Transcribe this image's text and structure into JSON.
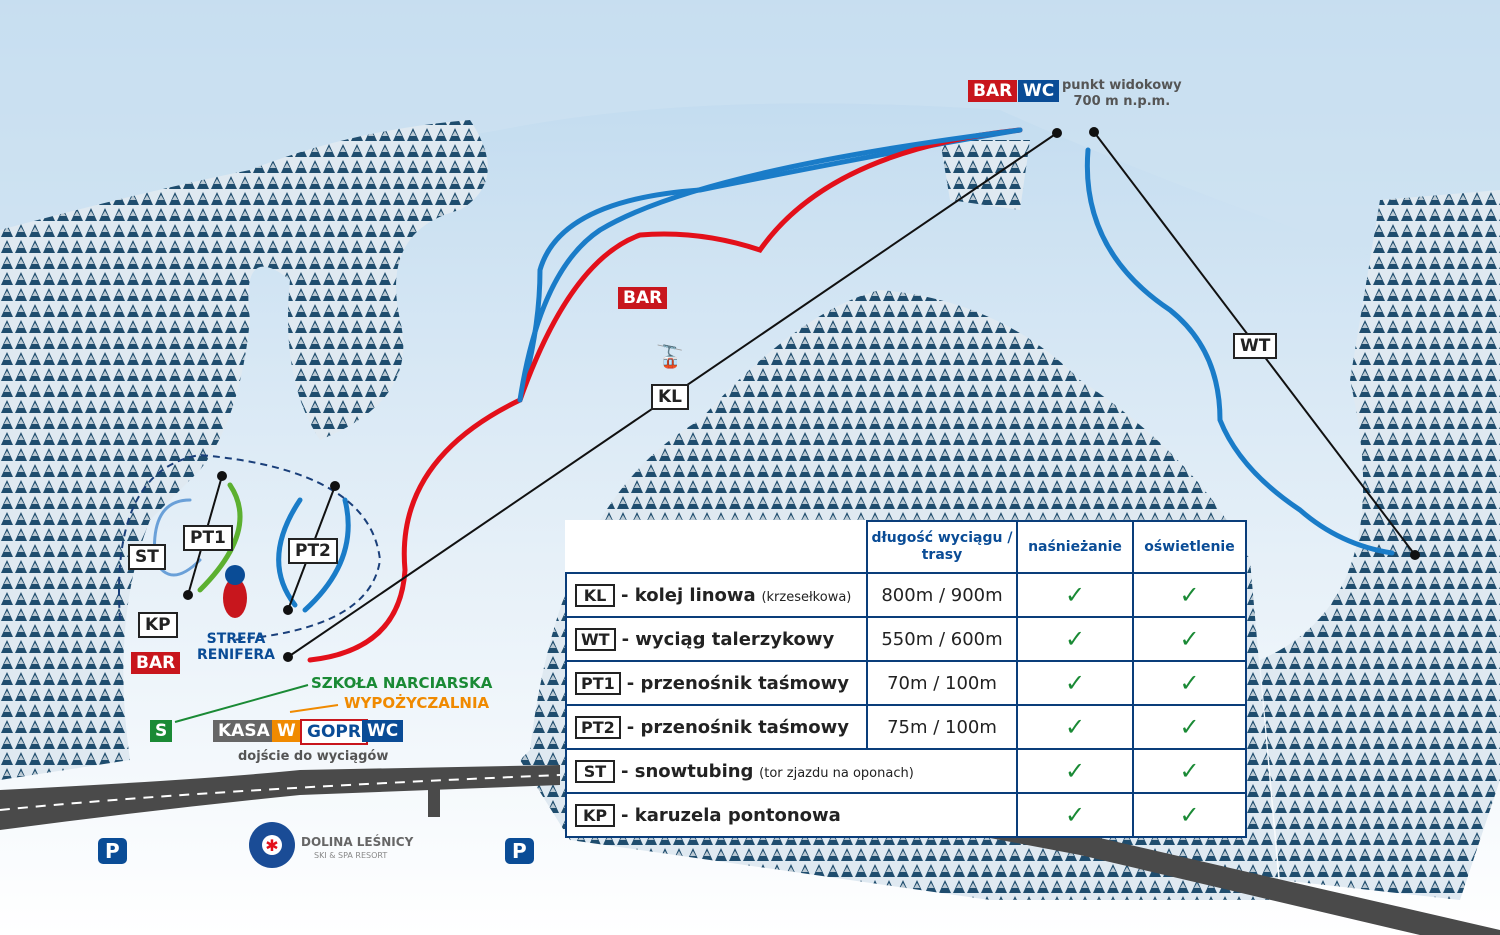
{
  "top": {
    "bar": "BAR",
    "wc": "WC",
    "viewpoint": "punkt widokowy",
    "altitude": "700 m n.p.m."
  },
  "labels": {
    "bar_mid": "BAR",
    "kl": "KL",
    "wt": "WT",
    "pt1": "PT1",
    "pt2": "PT2",
    "st": "ST",
    "kp": "KP",
    "bar_low": "BAR",
    "zone": "STREFA",
    "zone2": "RENIFERA",
    "school": "SZKOŁA NARCIARSKA",
    "rental": "WYPOŻYCZALNIA",
    "s": "S",
    "kasa": "KASA",
    "w": "W",
    "gopr": "GOPR",
    "wc": "WC",
    "path": "dojście do wyciągów",
    "parking1": "P",
    "parking2": "P"
  },
  "logo": {
    "name": "DOLINA LEŚNICY",
    "tagline": "SKI & SPA RESORT"
  },
  "colors": {
    "red_slope": "#e3101a",
    "blue_slope": "#1a7cc8",
    "forest": "#1f4d6e",
    "check": "#1a8a35"
  },
  "legend": {
    "headers": [
      "długość wyciągu / trasy",
      "naśnieżanie",
      "oświetlenie"
    ],
    "rows": [
      {
        "code": "KL",
        "name": "- kolej linowa",
        "note": "(krzesełkowa)",
        "length": "800m / 900m",
        "snow": "✓",
        "light": "✓"
      },
      {
        "code": "WT",
        "name": "- wyciąg talerzykowy",
        "note": "",
        "length": "550m / 600m",
        "snow": "✓",
        "light": "✓"
      },
      {
        "code": "PT1",
        "name": "- przenośnik taśmowy",
        "note": "",
        "length": "70m / 100m",
        "snow": "✓",
        "light": "✓"
      },
      {
        "code": "PT2",
        "name": "- przenośnik taśmowy",
        "note": "",
        "length": "75m / 100m",
        "snow": "✓",
        "light": "✓"
      },
      {
        "code": "ST",
        "name": "- snowtubing",
        "note": "(tor zjazdu na oponach)",
        "length": "",
        "snow": "✓",
        "light": "✓"
      },
      {
        "code": "KP",
        "name": "- karuzela pontonowa",
        "note": "",
        "length": "",
        "snow": "✓",
        "light": "✓"
      }
    ]
  }
}
